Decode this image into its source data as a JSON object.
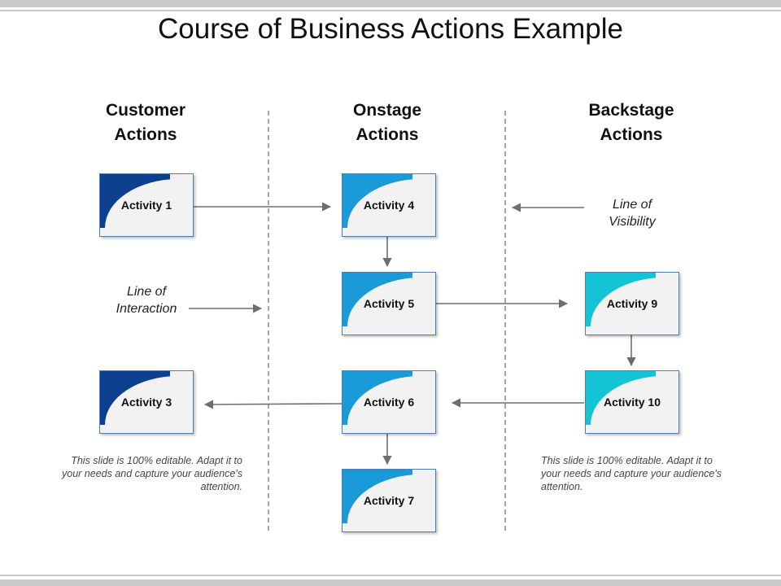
{
  "title": "Course of Business Actions Example",
  "columns": {
    "customer": [
      "Customer",
      "Actions"
    ],
    "onstage": [
      "Onstage",
      "Actions"
    ],
    "backstage": [
      "Backstage",
      "Actions"
    ]
  },
  "activities": {
    "a1": "Activity 1",
    "a3": "Activity 3",
    "a4": "Activity 4",
    "a5": "Activity 5",
    "a6": "Activity 6",
    "a7": "Activity 7",
    "a9": "Activity 9",
    "a10": "Activity 10"
  },
  "notes": {
    "visibility": [
      "Line of",
      "Visibility"
    ],
    "interaction": [
      "Line of",
      "Interaction"
    ]
  },
  "captions": {
    "left": "This slide is 100% editable. Adapt it to your needs and capture your audience's attention.",
    "right": "This slide is 100% editable. Adapt it to your needs and capture your audience's attention."
  },
  "colors": {
    "customer_accent": "#0d3f8f",
    "onstage_accent": "#1a9ad6",
    "backstage_accent": "#14c4d4",
    "card_fill": "#f2f2f2",
    "card_border": "#4a7fb0",
    "arrow": "#6e6e6e",
    "divider": "#a6a6a6"
  }
}
